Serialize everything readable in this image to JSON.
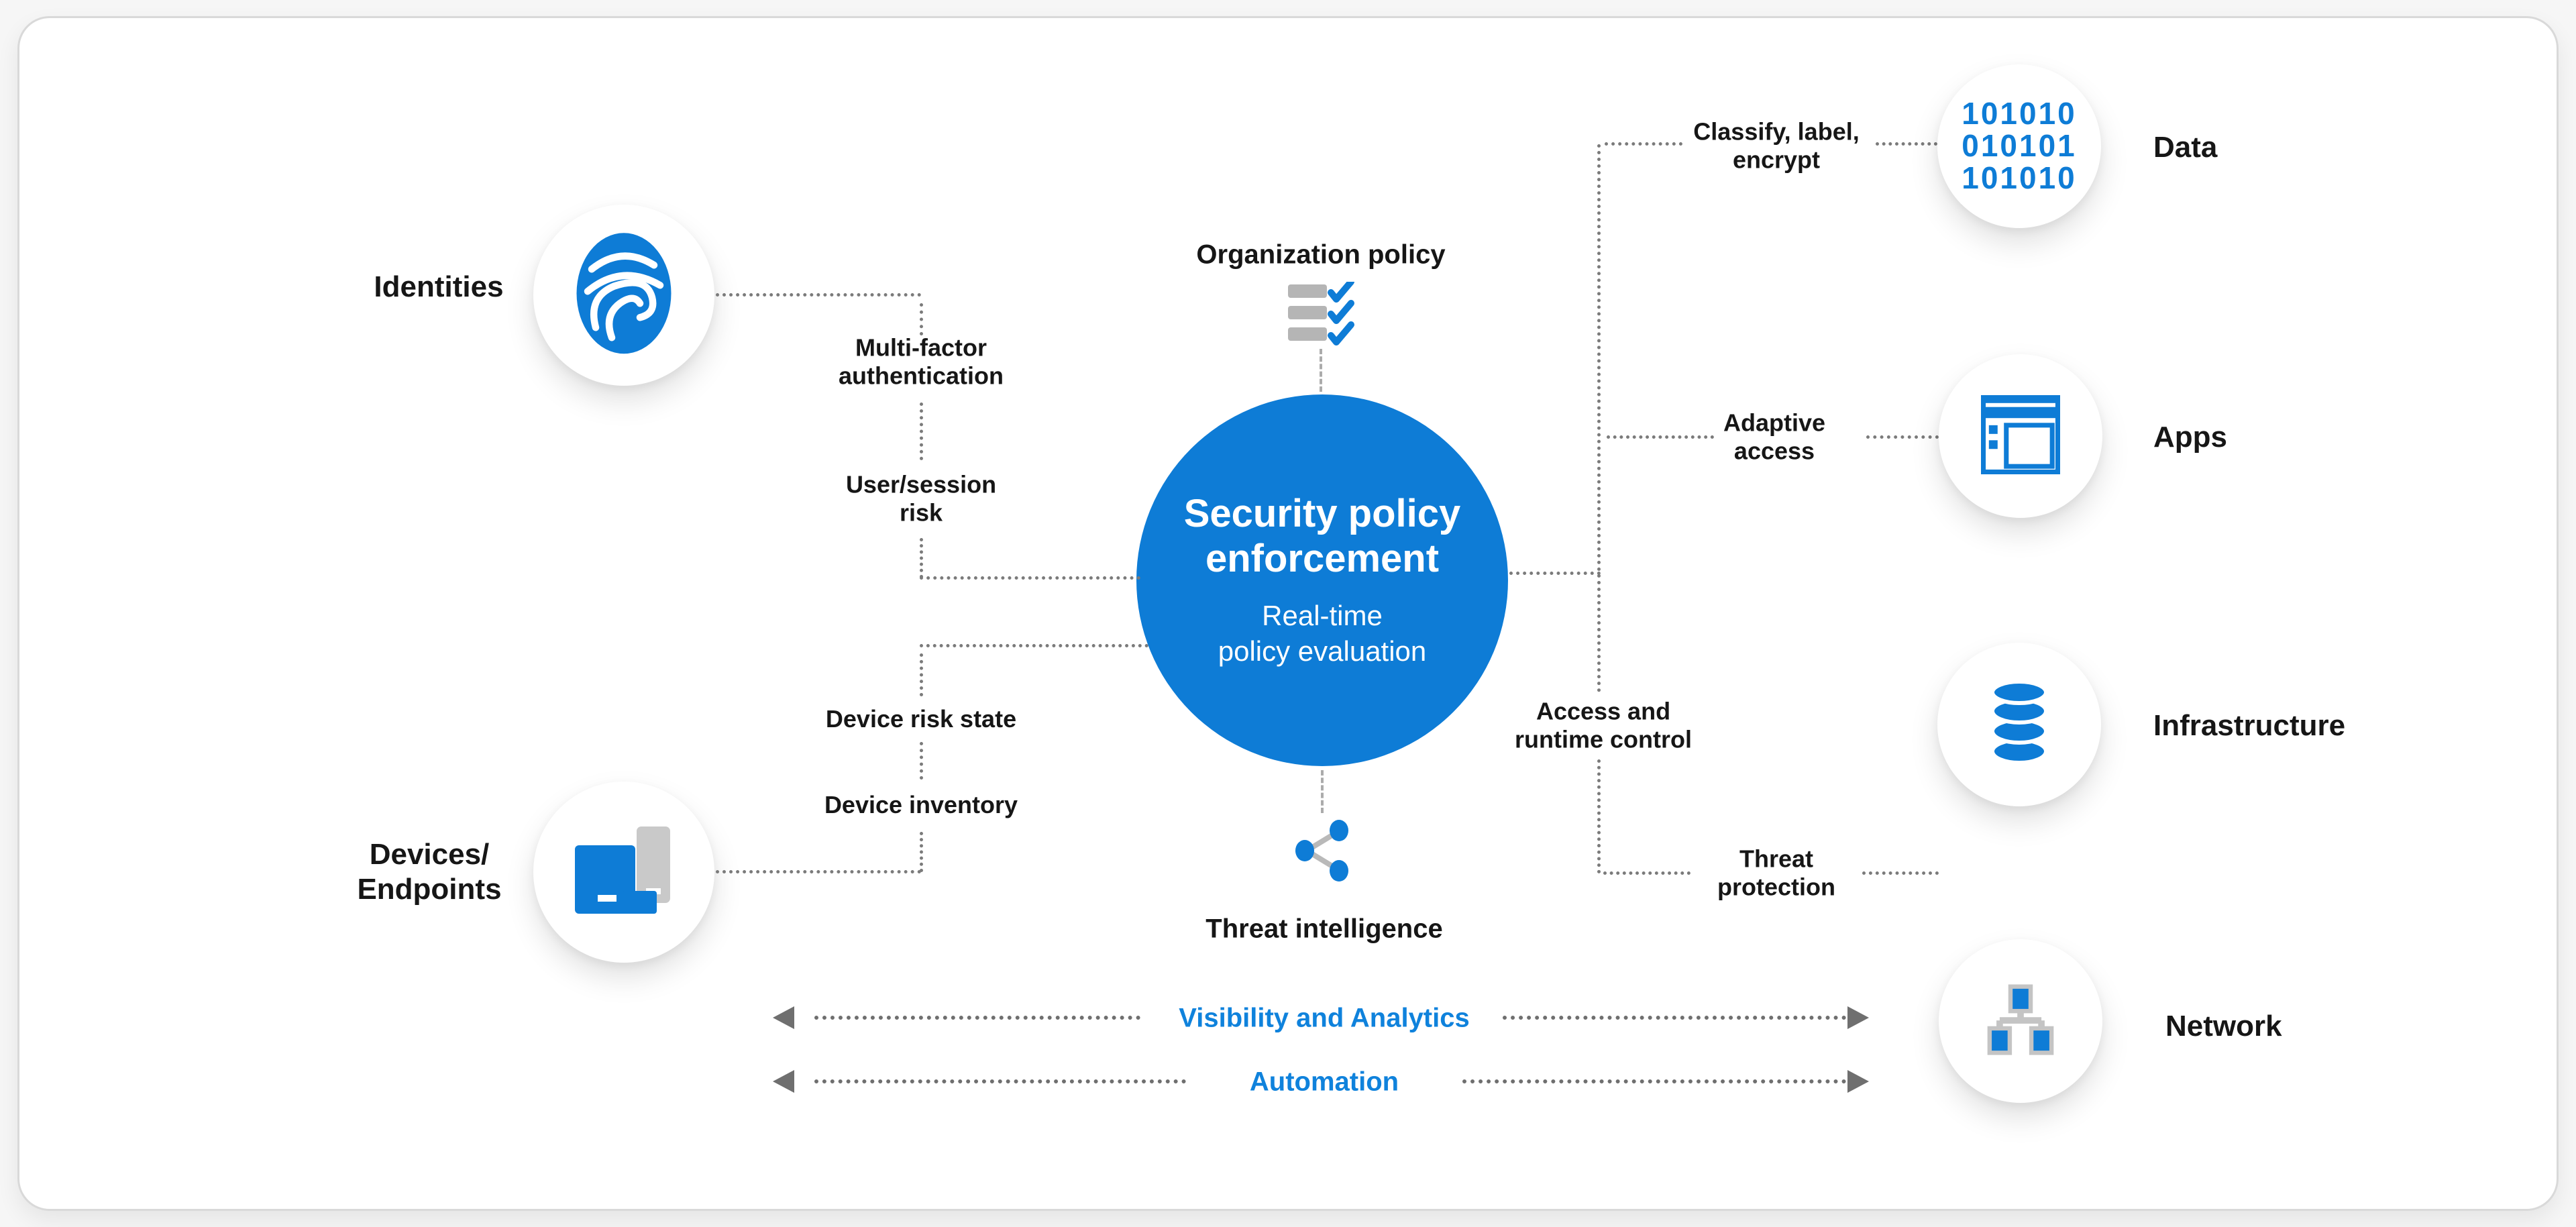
{
  "colors": {
    "accent": "#0e7cd6",
    "label_blue": "#0f82dc",
    "text": "#161616",
    "connector_gray": "#7b7b7b",
    "arrow_gray": "#6f6f6f"
  },
  "center": {
    "title": "Security policy\nenforcement",
    "subtitle": "Real-time\npolicy evaluation"
  },
  "top_node": {
    "label": "Organization policy",
    "icon": "policy-checklist-icon"
  },
  "bottom_node": {
    "label": "Threat intelligence",
    "icon": "share-nodes-icon"
  },
  "left_nodes": [
    {
      "label": "Identities",
      "icon": "fingerprint-icon",
      "connector_labels": [
        "Multi-factor\nauthentication",
        "User/session\nrisk"
      ]
    },
    {
      "label": "Devices/\nEndpoints",
      "icon": "laptop-phone-icon",
      "connector_labels": [
        "Device risk state",
        "Device inventory"
      ]
    }
  ],
  "right_nodes": [
    {
      "label": "Data",
      "icon": "binary-data-icon",
      "branch_label": "Classify, label,\nencrypt",
      "icon_lines": [
        "101010",
        "010101",
        "101010"
      ]
    },
    {
      "label": "Apps",
      "icon": "app-window-icon",
      "branch_label": "Adaptive\naccess"
    },
    {
      "label": "Infrastructure",
      "icon": "database-icon",
      "branch_label": "Access and\nruntime control"
    },
    {
      "label": "Network",
      "icon": "network-topology-icon",
      "branch_label": "Threat\nprotection"
    }
  ],
  "bottom_arrows": [
    {
      "label": "Visibility and Analytics"
    },
    {
      "label": "Automation"
    }
  ]
}
